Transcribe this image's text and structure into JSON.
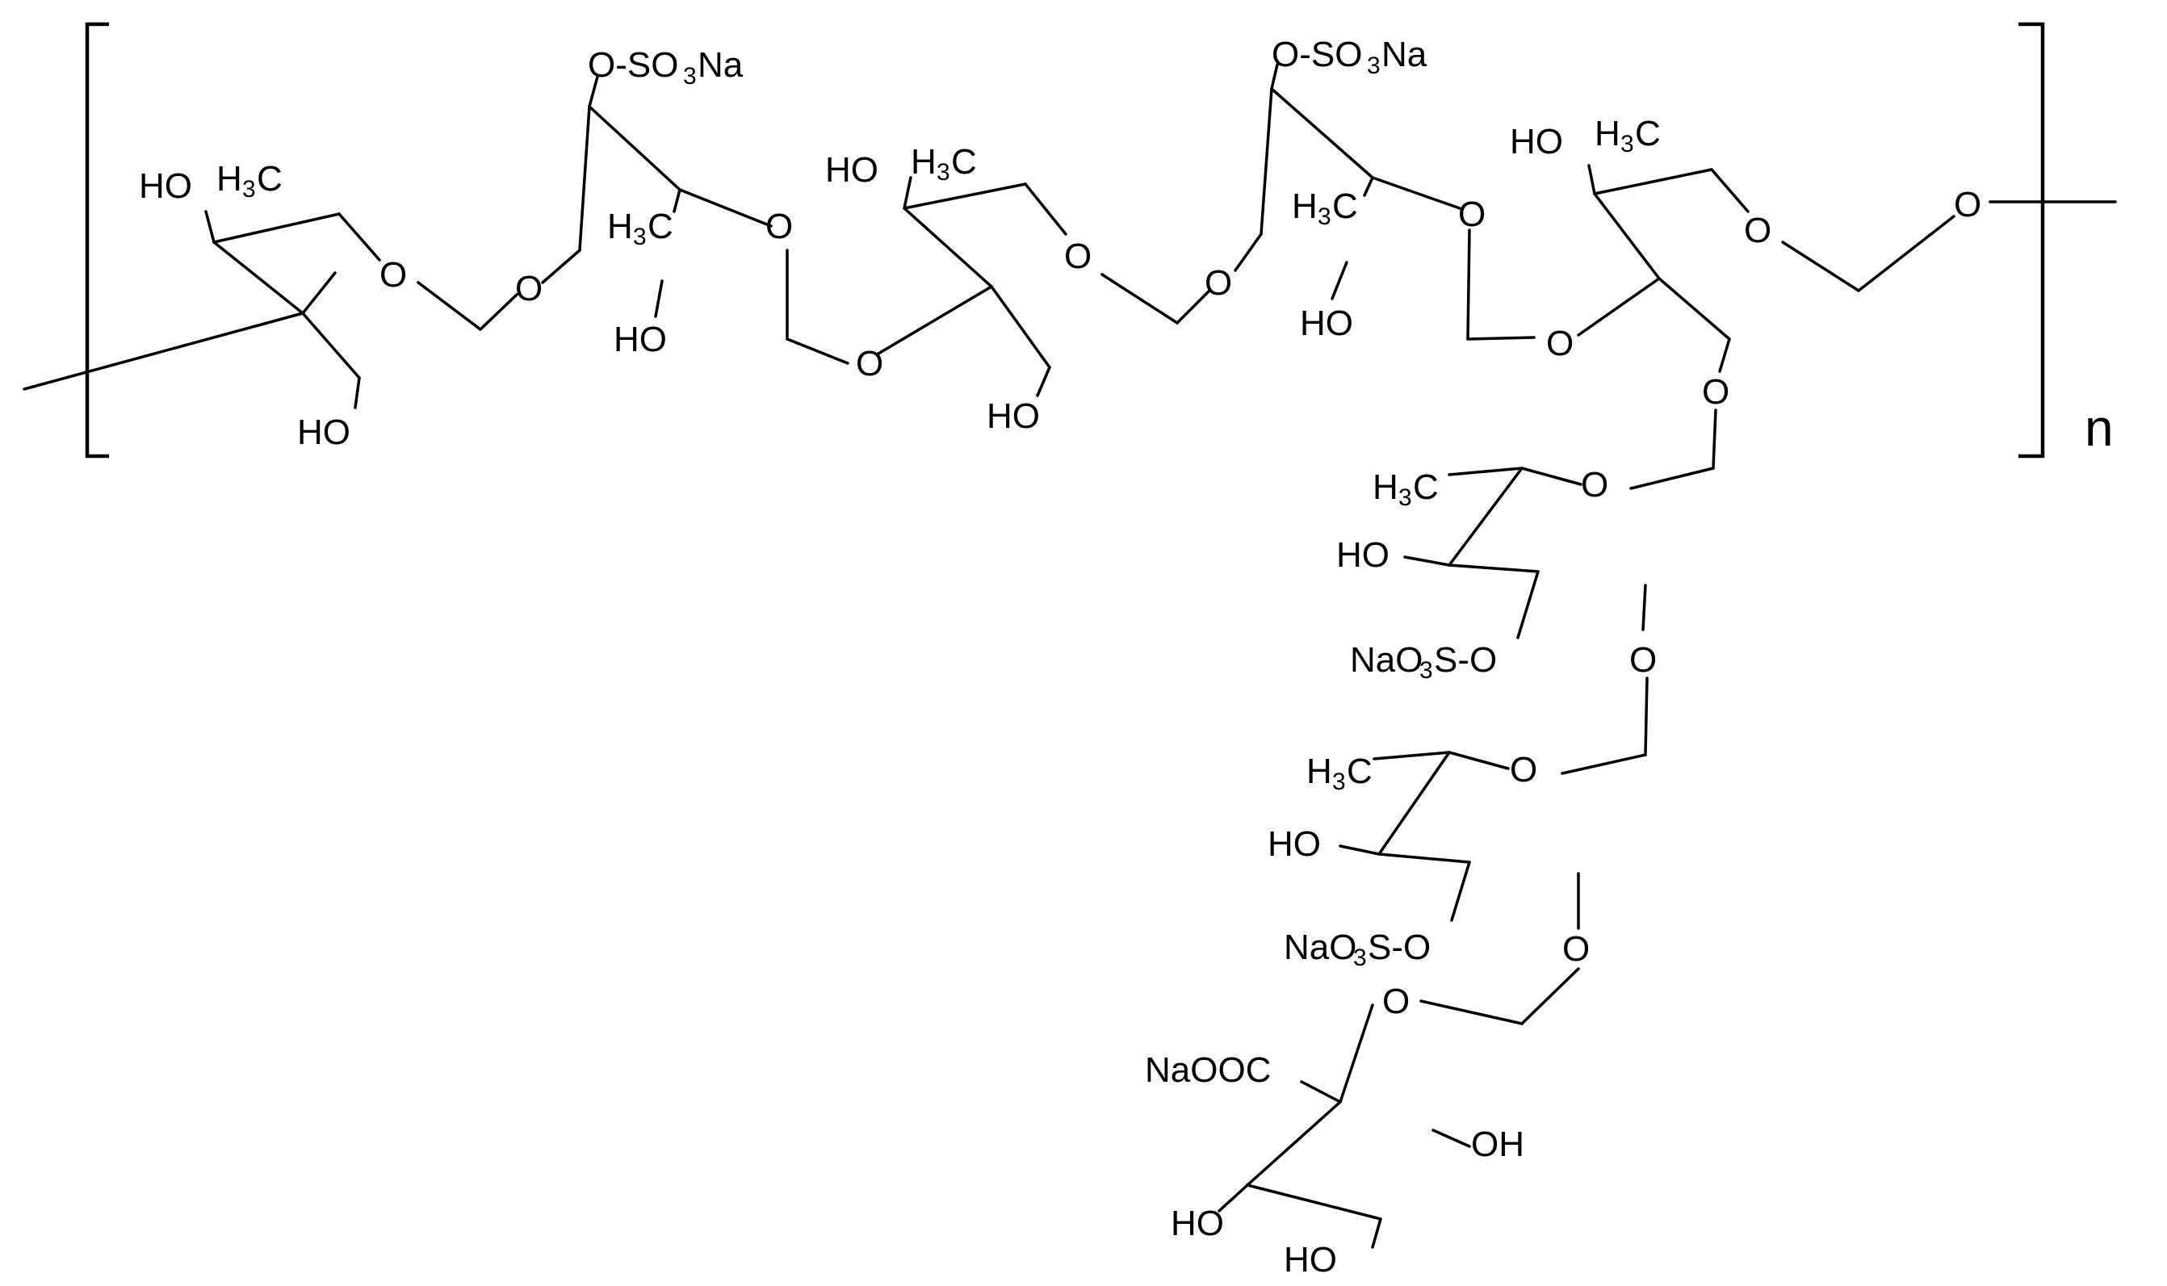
{
  "labels": {
    "o_so3na": "O-SO",
    "h3c": "H",
    "ho": "HO",
    "oh": "OH",
    "o": "O",
    "nao3so": "NaO",
    "nao3so_tail": "S-O",
    "nao3so_sub": "3",
    "naooc": "NaOOC",
    "sub3": "3",
    "na": "Na",
    "c": "C",
    "n": "n"
  }
}
